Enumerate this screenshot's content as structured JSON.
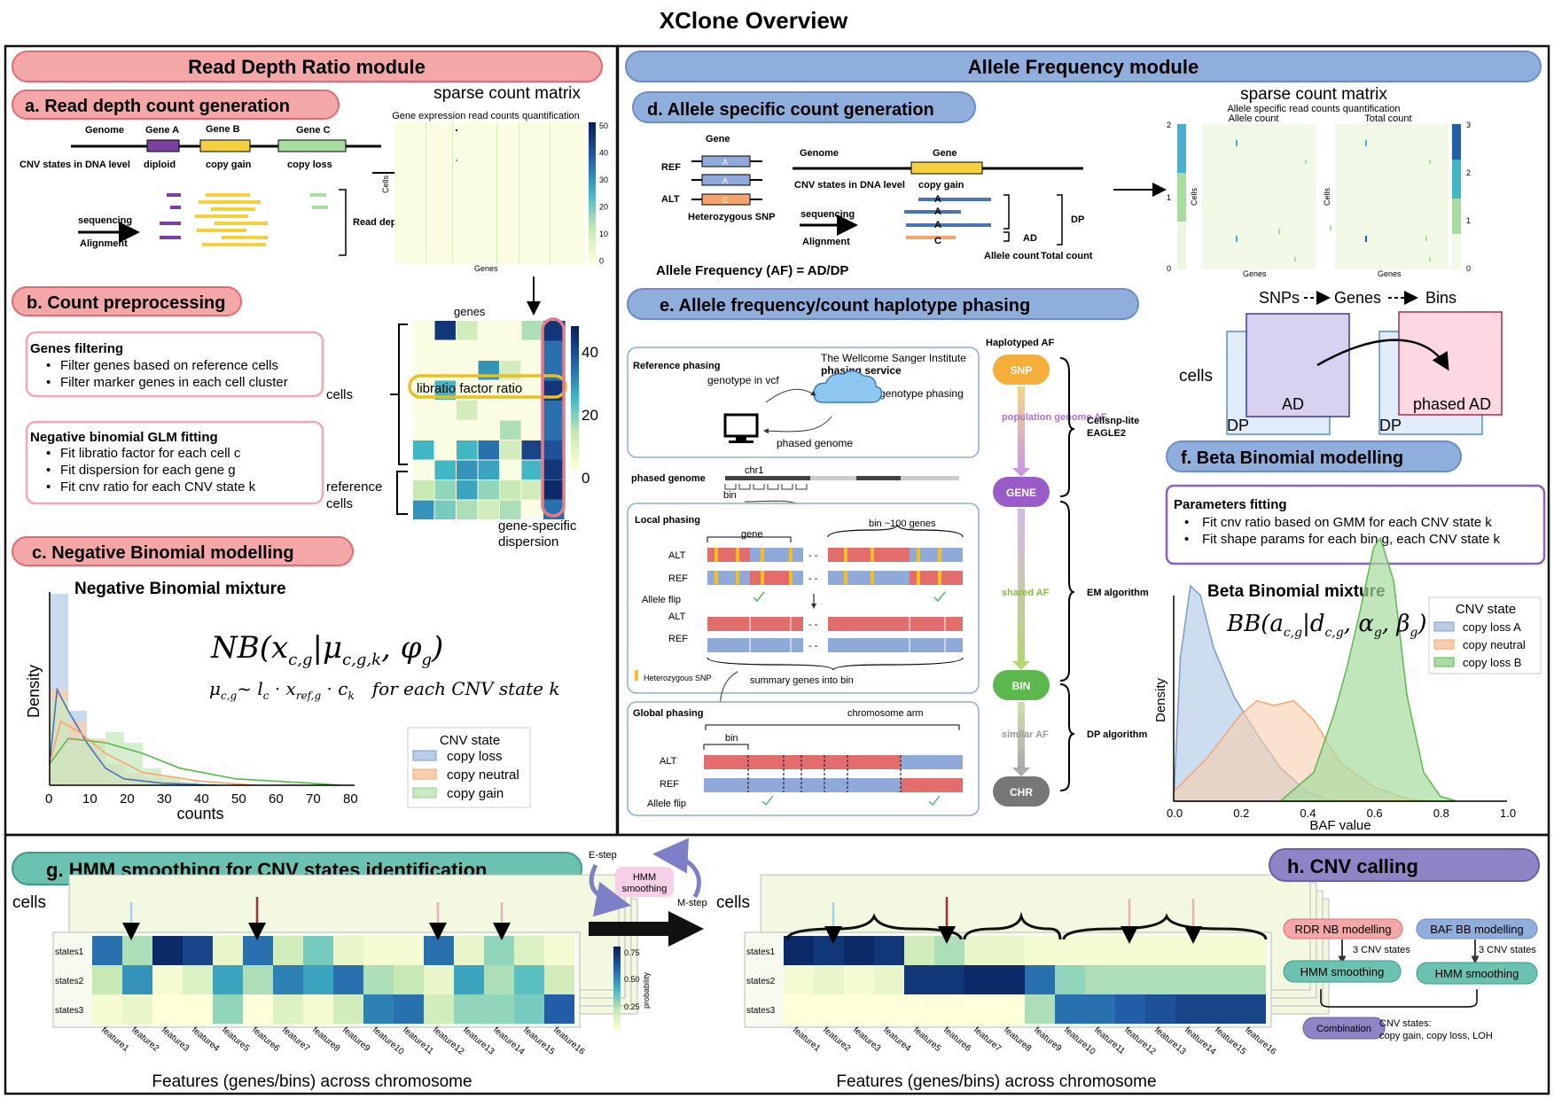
{
  "title": "XClone Overview",
  "colors": {
    "rdr": "#f4a7a7",
    "af": "#8faedc",
    "hmm": "#6cc2b0",
    "cnv": "#8f84c6",
    "yellow": "#f4d03f",
    "purple": "#7b3fa0",
    "green": "#8fd18f",
    "red": "#e26d6d",
    "blue": "#8fa9d9",
    "orange": "#f5a56b"
  },
  "rdr_module": {
    "header": "Read Depth Ratio module",
    "a": {
      "title": "a. Read depth count generation",
      "genome": "Genome",
      "gene_a": "Gene A",
      "gene_b": "Gene B",
      "gene_c": "Gene C",
      "cnv_states": "CNV states in DNA level",
      "diploid": "diploid",
      "copy_gain": "copy gain",
      "copy_loss": "copy loss",
      "sequencing": "sequencing",
      "alignment": "Alignment",
      "read_depth_count": "Read depth count",
      "matrix_title": "sparse count matrix",
      "matrix_sub": "Gene expression read counts quantification",
      "matrix_ylabel": "Cells",
      "matrix_xlabel": "Genes",
      "colorbar_ticks": [
        "50",
        "40",
        "30",
        "20",
        "10",
        "0"
      ]
    },
    "b": {
      "title": "b. Count preprocessing",
      "box1_title": "Genes filtering",
      "box1_items": [
        "Filter genes  based on reference cells",
        "Filter marker genes in each cell cluster"
      ],
      "box2_title": "Negative binomial GLM fitting",
      "box2_items": [
        "Fit libratio factor for each cell c",
        "Fit dispersion for each gene g",
        "Fit cnv ratio for each CNV state k"
      ],
      "genes": "genes",
      "cells": "cells",
      "reference_cells": [
        "reference",
        "cells"
      ],
      "libratio": "libratio factor ratio",
      "dispersion": [
        "gene-specific",
        "dispersion"
      ],
      "colorbar_ticks": [
        "40",
        "20",
        "0"
      ]
    },
    "c": {
      "title": "c. Negative Binomial modelling",
      "subtitle": "Negative Binomial mixture",
      "ylabel": "Density",
      "xlabel": "counts",
      "formula1": "NB(x_{c,g} | μ_{c,g,k}, φ_g)",
      "formula2": "μ_{c,g} ~ l_c · x_{ref,g} · c_k    for each CNV state k",
      "legend_title": "CNV state",
      "legend": [
        "copy loss",
        "copy neutral",
        "copy gain"
      ]
    }
  },
  "af_module": {
    "header": "Allele Frequency module",
    "d": {
      "title": "d. Allele specific count generation",
      "gene": "Gene",
      "ref": "REF",
      "alt": "ALT",
      "het_snp": "Heterozygous SNP",
      "genome": "Genome",
      "cnv_states": "CNV states in DNA level",
      "copy_gain": "copy gain",
      "sequencing": "sequencing",
      "alignment": "Alignment",
      "alleles": [
        "A",
        "A",
        "A",
        "C"
      ],
      "ad": "AD",
      "dp": "DP",
      "allele_count": "Allele count",
      "total_count": "Total count",
      "af_formula": "Allele Frequency (AF) = AD/DP",
      "matrix_title": "sparse count matrix",
      "matrix_sub": "Allele specific read counts quantification",
      "allele_count_panel": "Allele count",
      "total_count_panel": "Total count",
      "cells": "Cells",
      "genes": "Genes",
      "cb1_ticks": [
        "2",
        "1",
        "0"
      ],
      "cb2_ticks": [
        "3",
        "2",
        "1",
        "0"
      ]
    },
    "e": {
      "title": "e. Allele frequency/count haplotype phasing",
      "ref_phasing": "Reference phasing",
      "institute": "The Wellcome Sanger Institute",
      "service": "phasing service",
      "genotype_vcf": "genotype in vcf",
      "genotype_phasing": "genotype phasing",
      "phased_genome_lbl": "phased genome",
      "phased_genome": "phased genome",
      "chr1": "chr1",
      "bin": "bin",
      "local_phasing": "Local phasing",
      "gene": "gene",
      "bin_100": "bin  ~100 genes",
      "alt": "ALT",
      "ref": "REF",
      "allele_flip": "Allele flip",
      "het_snp": "Heterozygous SNP",
      "summary": "summary genes into bin",
      "global_phasing": "Global phasing",
      "chrom_arm": "chromosome arm",
      "haplotyped_af": "Haplotyped AF",
      "nodes": [
        "SNP",
        "GENE",
        "BIN",
        "CHR"
      ],
      "edges": [
        "population genome AF",
        "shared AF",
        "similar AF"
      ],
      "tools": [
        "Cellsnp-lite",
        "EAGLE2"
      ],
      "em": "EM algorithm",
      "dp_alg": "DP algorithm"
    },
    "f_top": {
      "flow": [
        "SNPs",
        "Genes",
        "Bins"
      ],
      "cells": "cells",
      "ad": "AD",
      "dp": "DP",
      "phased_ad": "phased AD",
      "dp2": "DP"
    },
    "f": {
      "title": "f. Beta Binomial modelling",
      "box_title": "Parameters fitting",
      "items": [
        "Fit cnv ratio based on GMM for each CNV state k",
        "Fit shape params for each bin g, each CNV state  k"
      ],
      "subtitle": "Beta Binomial mixture",
      "formula": "BB(a_{c,g} | d_{c,g}, α_g, β_g)",
      "ylabel": "Density",
      "xlabel": "BAF value",
      "legend_title": "CNV state",
      "legend": [
        "copy loss A",
        "copy neutral",
        "copy loss B"
      ],
      "xticks": [
        "0.0",
        "0.2",
        "0.4",
        "0.6",
        "0.8",
        "1.0"
      ]
    }
  },
  "hmm": {
    "title": "g. HMM smoothing for CNV states identification",
    "cells": "cells",
    "estep": "E-step",
    "mstep": "M-step",
    "hmm_label": [
      "HMM",
      "smoothing"
    ],
    "states": [
      "states1",
      "states2",
      "states3"
    ],
    "features": [
      "feature1",
      "feature2",
      "feature3",
      "feature4",
      "feature5",
      "feature6",
      "feature7",
      "feature8",
      "feature9",
      "feature10",
      "feature11",
      "feature12",
      "feature13",
      "feature14",
      "feature15",
      "feature16"
    ],
    "xlabel": "Features (genes/bins) across chromosome",
    "colorbar_label": "probability",
    "colorbar_ticks": [
      "0.75",
      "0.50",
      "0.25"
    ],
    "left_matrix": [
      [
        0.7,
        0.3,
        0.95,
        0.85,
        0.1,
        0.7,
        0.2,
        0.4,
        0.1,
        0.05,
        0.05,
        0.7,
        0.1,
        0.35,
        0.15,
        0.05
      ],
      [
        0.25,
        0.6,
        0.05,
        0.15,
        0.55,
        0.3,
        0.65,
        0.55,
        0.7,
        0.3,
        0.25,
        0.1,
        0.55,
        0.3,
        0.45,
        0.2
      ],
      [
        0.05,
        0.1,
        0.0,
        0.0,
        0.35,
        0.0,
        0.15,
        0.05,
        0.2,
        0.65,
        0.7,
        0.2,
        0.35,
        0.35,
        0.4,
        0.75
      ]
    ],
    "right_matrix": [
      [
        0.95,
        0.9,
        0.95,
        0.9,
        0.2,
        0.3,
        0.1,
        0.1,
        0.05,
        0.05,
        0.05,
        0.05,
        0.05,
        0.05,
        0.05,
        0.05
      ],
      [
        0.05,
        0.1,
        0.05,
        0.1,
        0.9,
        0.9,
        0.95,
        0.95,
        0.7,
        0.35,
        0.3,
        0.3,
        0.3,
        0.3,
        0.3,
        0.3
      ],
      [
        0.0,
        0.0,
        0.0,
        0.0,
        0.0,
        0.0,
        0.0,
        0.0,
        0.3,
        0.7,
        0.7,
        0.75,
        0.8,
        0.85,
        0.85,
        0.85
      ]
    ]
  },
  "cnv": {
    "title": "h. CNV calling",
    "rdr_nb": "RDR NB modelling",
    "baf_bb": "BAF BB modelling",
    "three_states": "3 CNV states",
    "hmm_smoothing": "HMM smoothing",
    "combination": "Combination",
    "cnv_states": "CNV states:",
    "cnv_list": "copy gain, copy loss, LOH"
  }
}
